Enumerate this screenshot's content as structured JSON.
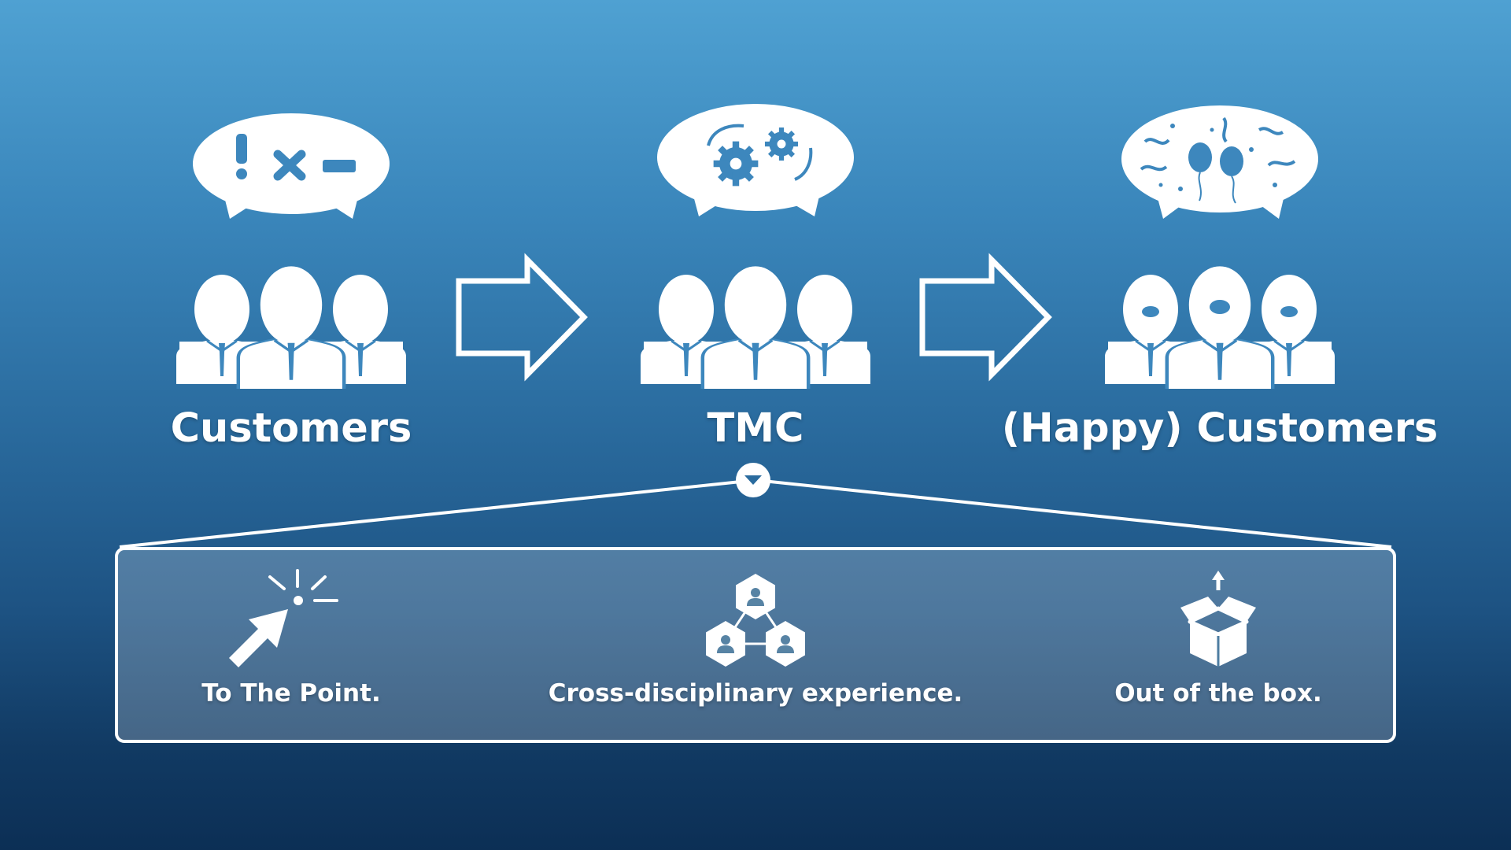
{
  "colors": {
    "background_top": "#4fa1d2",
    "background_bottom": "#0c2f55",
    "foreground": "#ffffff",
    "icon_detail": "#3d87bd"
  },
  "stages": [
    {
      "label": "Customers",
      "bubble_icons": [
        "exclamation-icon",
        "cross-icon",
        "minus-icon"
      ],
      "people_icon": "business-group-icon"
    },
    {
      "label": "TMC",
      "bubble_icons": [
        "gears-icon"
      ],
      "people_icon": "business-group-icon"
    },
    {
      "label": "(Happy) Customers",
      "bubble_icons": [
        "balloons-icon",
        "confetti-icon",
        "stars-icon"
      ],
      "people_icon": "happy-business-group-icon"
    }
  ],
  "connectors": [
    "arrow-right-icon",
    "arrow-right-icon"
  ],
  "expand_icon": "chevron-down-icon",
  "features": [
    {
      "label": "To The Point.",
      "icon": "cursor-click-icon"
    },
    {
      "label": "Cross-disciplinary experience.",
      "icon": "network-hexagons-icon"
    },
    {
      "label": "Out of the box.",
      "icon": "open-box-icon"
    }
  ]
}
